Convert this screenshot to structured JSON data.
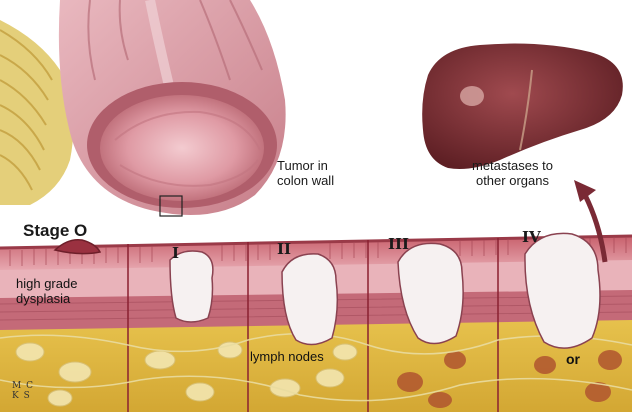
{
  "labels": {
    "tumor_in_colon_wall": [
      "Tumor in",
      "colon wall"
    ],
    "metastases": [
      "metastases to",
      "other organs"
    ],
    "high_grade_dysplasia": [
      "high grade",
      "dysplasia"
    ],
    "lymph_nodes": "lymph nodes",
    "or": "or"
  },
  "stages": [
    "Stage O",
    "I",
    "II",
    "III",
    "IV"
  ],
  "signature": [
    "M C",
    "K S"
  ],
  "colors": {
    "colon_pink": "#d98a96",
    "mucosa_red": "#b24a57",
    "fat_yellow": "#e8c250",
    "liver": "#7a2e32",
    "tumor": "#f4eeee",
    "stage_line": "#8a2030",
    "arrow": "#7a2a35"
  }
}
